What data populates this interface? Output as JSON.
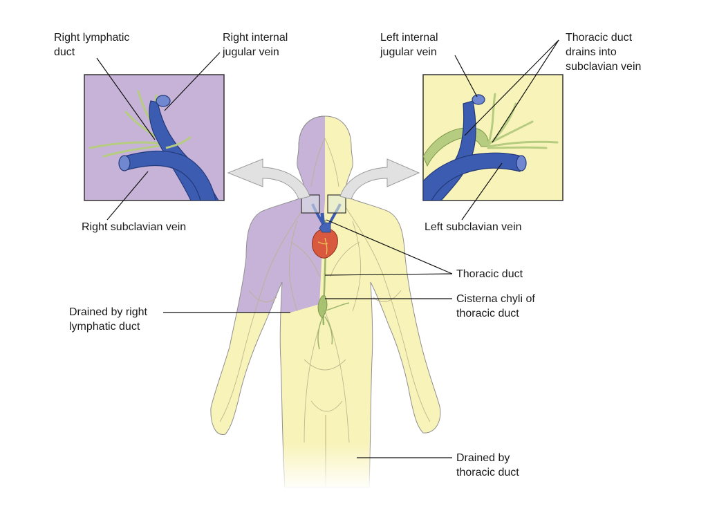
{
  "labels": {
    "right_lymphatic_duct": [
      "Right lymphatic",
      "duct"
    ],
    "right_internal_jugular_vein": [
      "Right internal",
      "jugular vein"
    ],
    "left_internal_jugular_vein": [
      "Left internal",
      "jugular vein"
    ],
    "thoracic_duct_drains": [
      "Thoracic duct",
      "drains into",
      "subclavian vein"
    ],
    "right_subclavian_vein": [
      "Right subclavian vein"
    ],
    "left_subclavian_vein": [
      "Left subclavian vein"
    ],
    "thoracic_duct": [
      "Thoracic duct"
    ],
    "cisterna_chyli": [
      "Cisterna chyli of",
      "thoracic duct"
    ],
    "drained_by_right": [
      "Drained by right",
      "lymphatic duct"
    ],
    "drained_by_thoracic": [
      "Drained by",
      "thoracic duct"
    ]
  },
  "colors": {
    "right_region": "#c7b3d8",
    "left_region": "#f8f3b8",
    "vein": "#3b5cb0",
    "lymph": "#b7cc7e",
    "heart": "#d9593e",
    "arrow": "#e1e1e1"
  }
}
